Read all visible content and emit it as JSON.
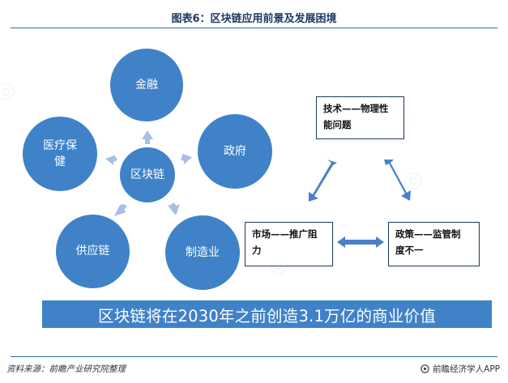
{
  "title": "图表6：区块链应用前景及发展困境",
  "center": "区块链",
  "nodes": {
    "top": "金融",
    "right": "政府",
    "bottom_right": "制造业",
    "bottom_left": "供应链",
    "left": [
      "医疗保",
      "健"
    ]
  },
  "challenges": {
    "tech": [
      "技术——物理性",
      "能问题"
    ],
    "market": [
      "市场——推广阻",
      "力"
    ],
    "policy": [
      "政策——监管制",
      "度不一"
    ]
  },
  "banner": "区块链将在2030年之前创造3.1万亿的商业价值",
  "footer": {
    "source": "资料来源：前瞻产业研究院整理",
    "brand": "前瞻经济学人APP"
  },
  "colors": {
    "circle": "#3f82c8",
    "arrow_light": "#a9bee3",
    "arrow_dark": "#4a80c8",
    "title": "#1f3864"
  }
}
